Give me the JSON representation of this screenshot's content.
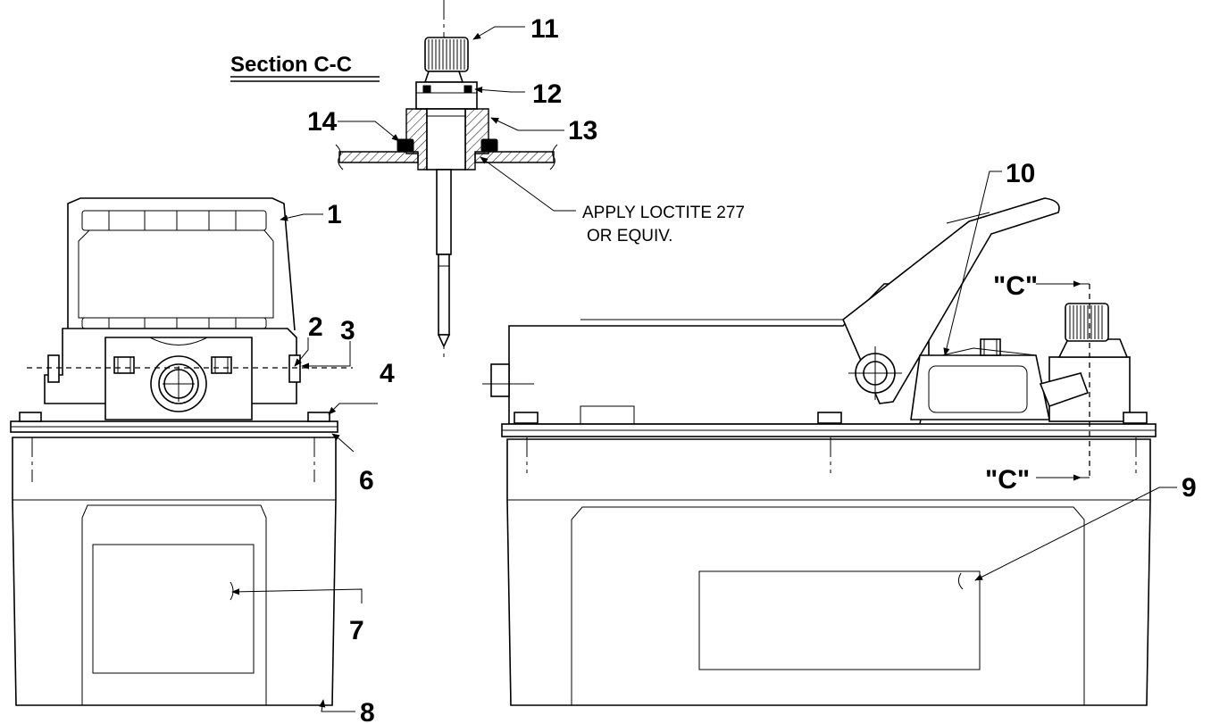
{
  "section_title": "Section C-C",
  "note": {
    "line1": "APPLY LOCTITE 277",
    "line2": "OR EQUIV."
  },
  "section_marks": {
    "top": "\"C\"",
    "bottom": "\"C\""
  },
  "callouts": {
    "c1": "1",
    "c2": "2",
    "c3": "3",
    "c4": "4",
    "c6": "6",
    "c7": "7",
    "c8": "8",
    "c9": "9",
    "c10": "10",
    "c11": "11",
    "c12": "12",
    "c13": "13",
    "c14": "14"
  }
}
